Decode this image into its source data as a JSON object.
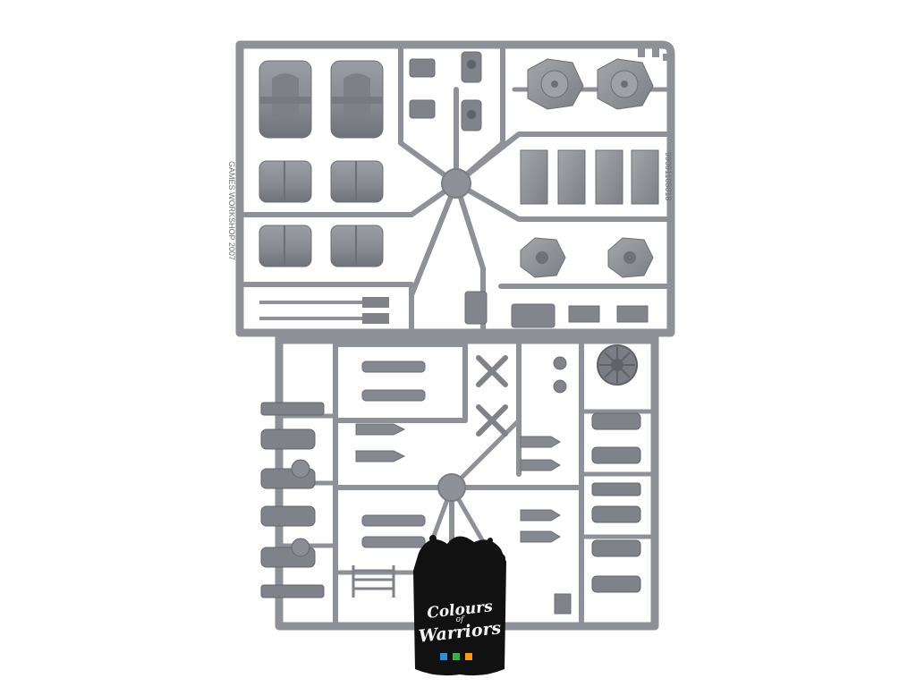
{
  "image": {
    "subject": "plastic model kit sprue",
    "sprue_color": "#8e9197",
    "part_color": "#878a90",
    "shadow_color": "#6c6f75",
    "background_color": "#ffffff"
  },
  "sprue": {
    "frame_text": "GAMES WORKSHOP 2007",
    "code_text": "99091105018"
  },
  "watermark": {
    "line1": "Colours",
    "line2": "of",
    "line3": "Warriors",
    "swatches": [
      "#2b8fd6",
      "#2fb34a",
      "#f29a1c"
    ]
  }
}
